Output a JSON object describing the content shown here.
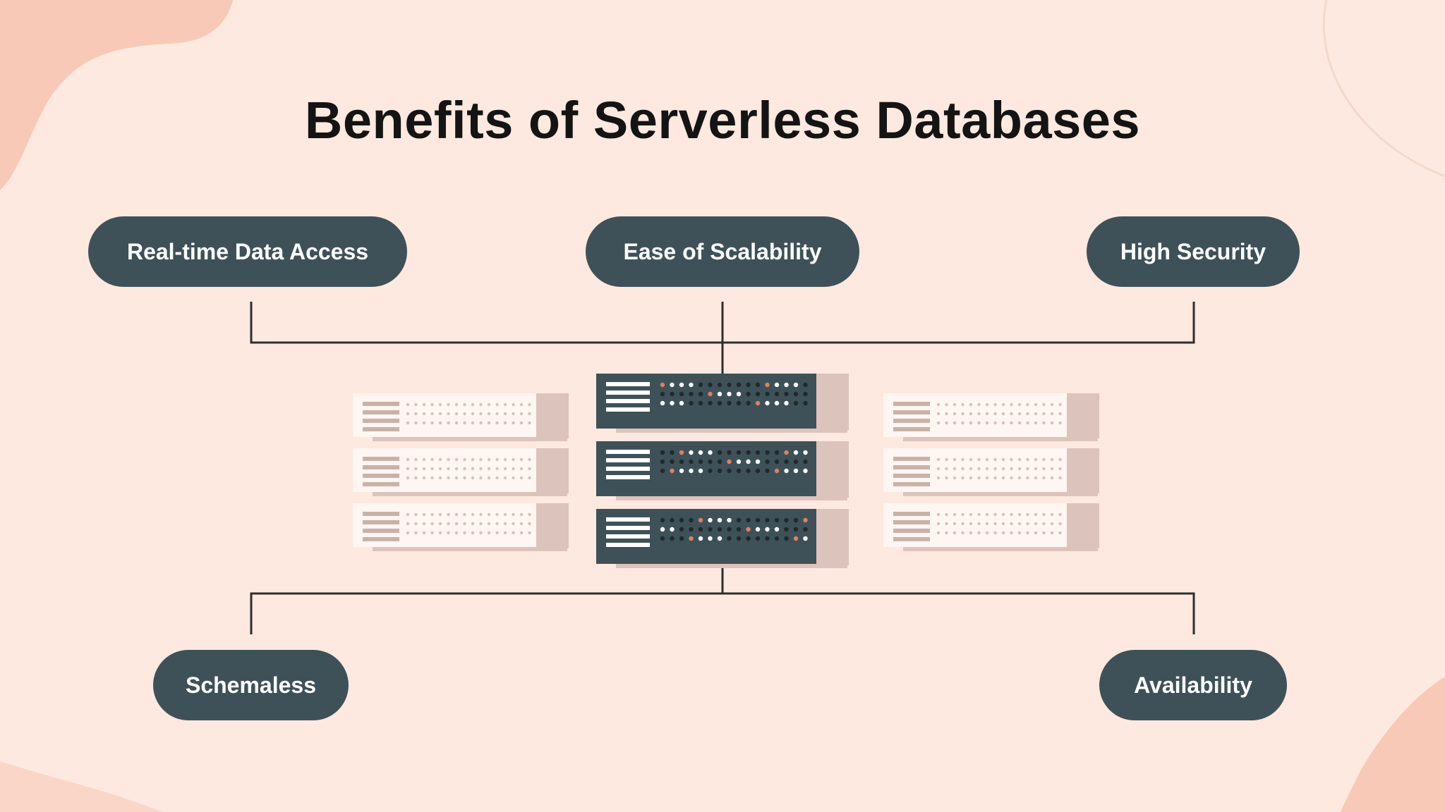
{
  "title": "Benefits of Serverless Databases",
  "benefits": {
    "top": [
      "Real-time Data Access",
      "Ease of Scalability",
      "High Security"
    ],
    "bottom": [
      "Schemaless",
      "Availability"
    ]
  },
  "center_icon": "server-rack-icon",
  "side_icons": [
    "faded-server-rack-icon",
    "faded-server-rack-icon"
  ],
  "colors": {
    "background": "#fde9df",
    "blob": "#f8c9b6",
    "pill": "#3f5158",
    "pill_text": "#ffffff",
    "connector": "#2e2e2e",
    "server_dark": "#3f5158",
    "server_light": "#fdf6f2",
    "server_shadow": "#dcc3bb",
    "led_accent": "#e07f62"
  }
}
